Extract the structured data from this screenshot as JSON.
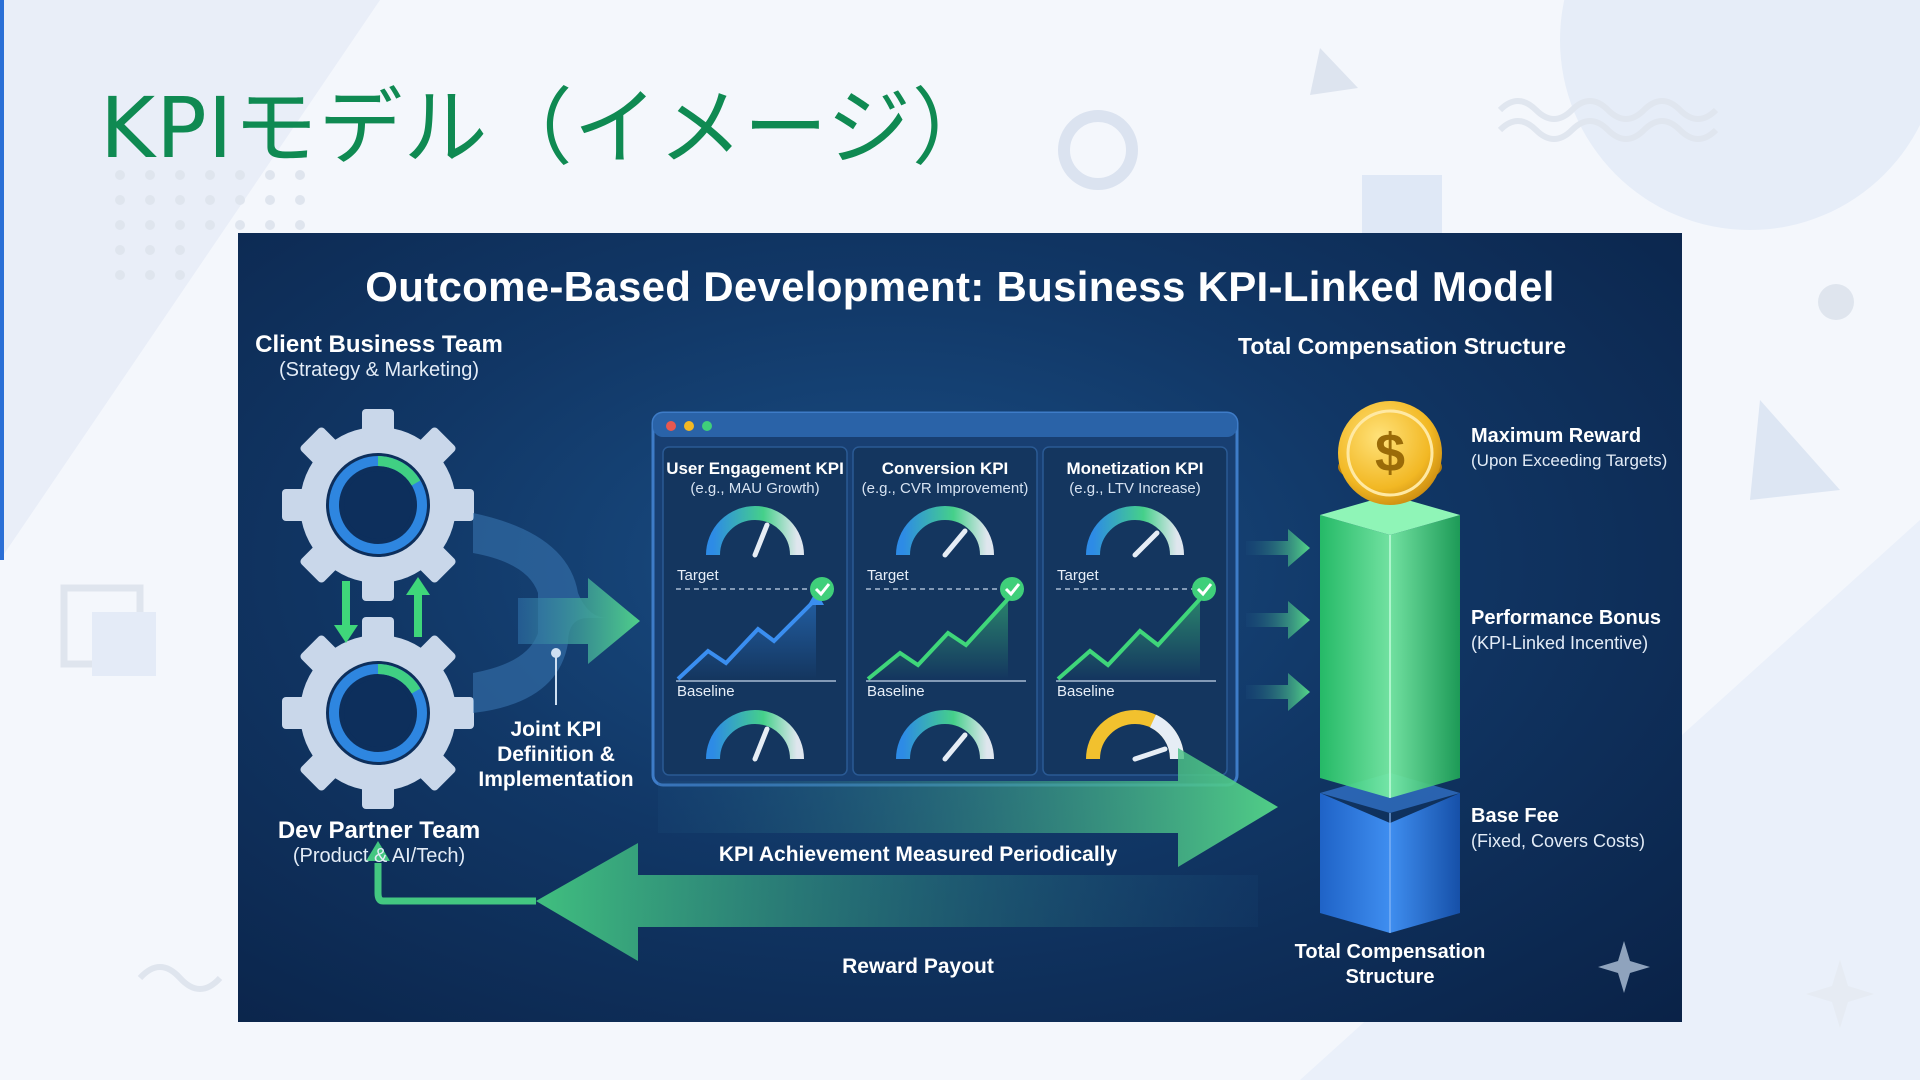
{
  "slide": {
    "title": "KPIモデル（イメージ）"
  },
  "diagram": {
    "title": "Outcome-Based Development: Business KPI-Linked Model",
    "client_team": {
      "name": "Client Business Team",
      "subtitle": "(Strategy & Marketing)"
    },
    "dev_team": {
      "name": "Dev Partner Team",
      "subtitle": "(Product & AI/Tech)"
    },
    "joint_kpi": [
      "Joint KPI",
      "Definition &",
      "Implementation"
    ],
    "dashboard": {
      "kpis": [
        {
          "title": "User Engagement KPI",
          "example": "(e.g., MAU Growth)",
          "target_label": "Target",
          "baseline_label": "Baseline"
        },
        {
          "title": "Conversion KPI",
          "example": "(e.g., CVR Improvement)",
          "target_label": "Target",
          "baseline_label": "Baseline"
        },
        {
          "title": "Monetization KPI",
          "example": "(e.g., LTV Increase)",
          "target_label": "Target",
          "baseline_label": "Baseline"
        }
      ]
    },
    "compensation": {
      "header": "Total Compensation Structure",
      "tiers": [
        {
          "name": "Maximum Reward",
          "desc": "(Upon Exceeding Targets)"
        },
        {
          "name": "Performance Bonus",
          "desc": "(KPI-Linked Incentive)"
        },
        {
          "name": "Base Fee",
          "desc": "(Fixed, Covers Costs)"
        }
      ],
      "footer": [
        "Total Compensation",
        "Structure"
      ]
    },
    "flows": {
      "measure": "KPI Achievement Measured Periodically",
      "payout": "Reward Payout"
    },
    "icons": [
      "gear-icon",
      "dollar-coin-icon",
      "gauge-icon",
      "growth-chart-icon",
      "check-icon",
      "sparkle-icon"
    ],
    "colors": {
      "title_green": "#0f8a52",
      "panel_navy": "#113766",
      "accent_green": "#3fd67a",
      "accent_blue": "#2f7de0",
      "gold": "#f2b824"
    }
  }
}
